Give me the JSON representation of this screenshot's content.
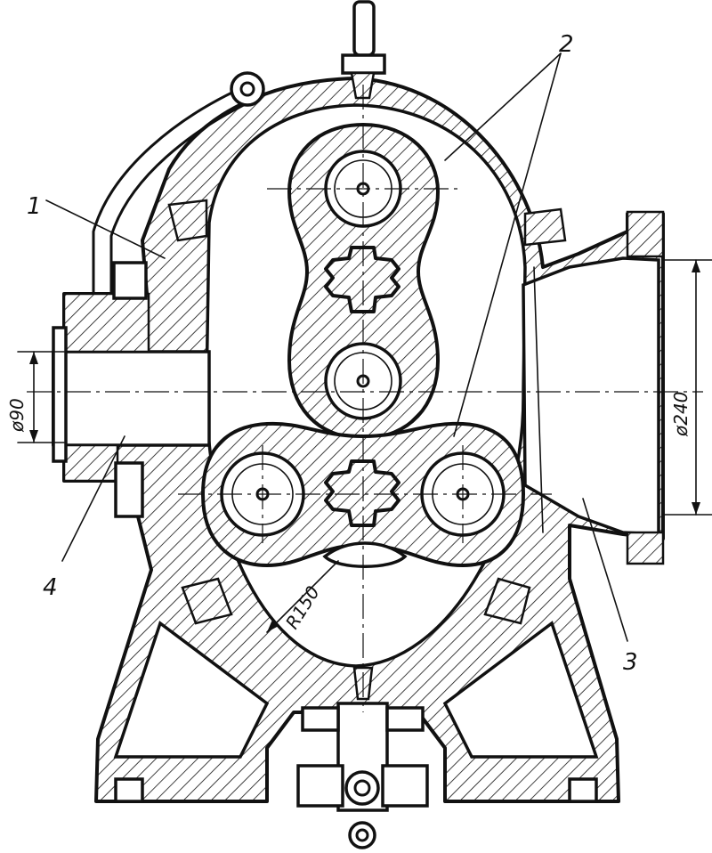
{
  "callouts": [
    {
      "id": "1",
      "text": "1"
    },
    {
      "id": "2",
      "text": "2"
    },
    {
      "id": "3",
      "text": "3"
    },
    {
      "id": "4",
      "text": "4"
    }
  ],
  "dimensions": {
    "inlet_diameter": "ø90",
    "outlet_diameter": "ø240",
    "housing_radius": "R150"
  }
}
